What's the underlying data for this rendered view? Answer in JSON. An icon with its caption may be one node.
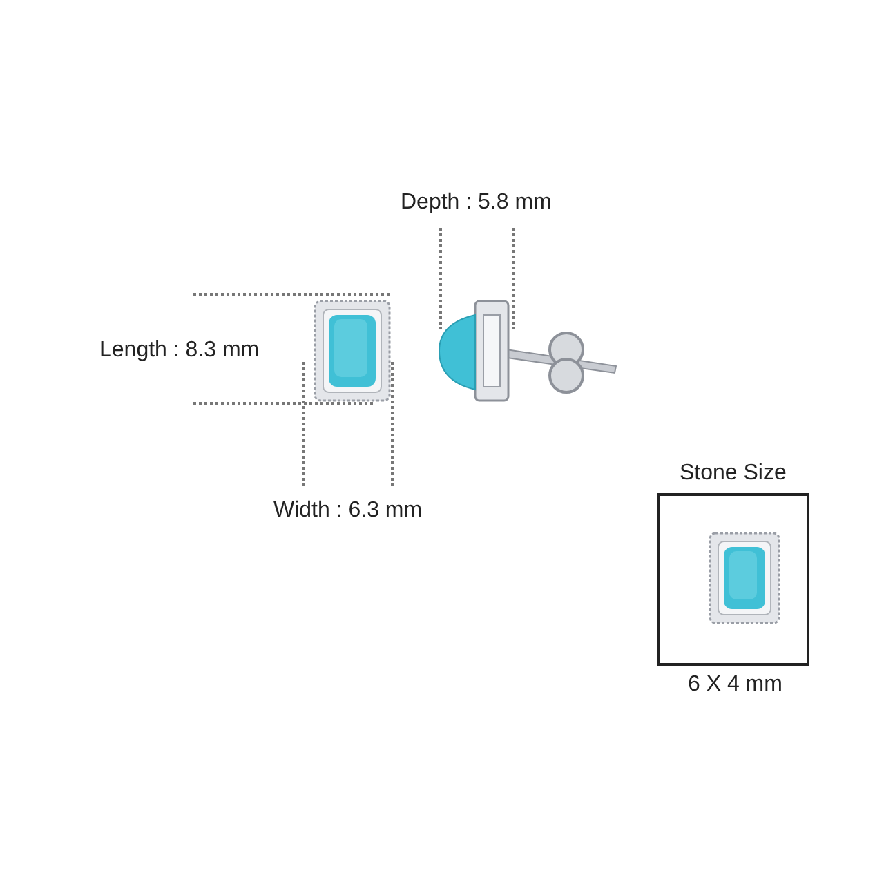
{
  "diagram": {
    "nodes": [
      {
        "text": [
          "Stone Size"
        ],
        "beside": [
          "6 X 4 mm"
        ]
      }
    ],
    "labels": [
      "Depth : 5.8 mm",
      "Length : 8.3 mm",
      "Width : 6.3 mm"
    ]
  }
}
